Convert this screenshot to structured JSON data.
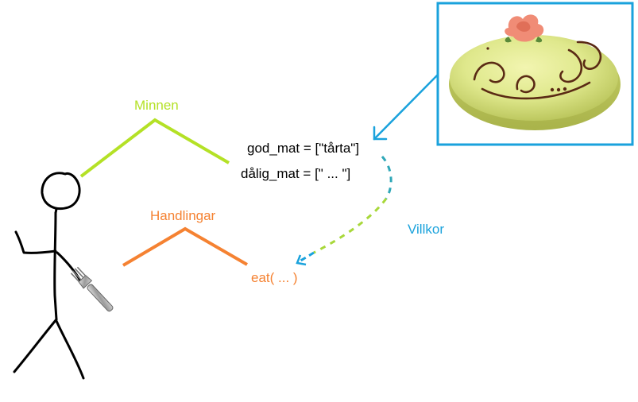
{
  "labels": {
    "memories": "Minnen",
    "actions": "Handlingar",
    "condition": "Villkor"
  },
  "code": {
    "good_food": "god_mat = [\"tårta\"]",
    "bad_food": "dålig_mat = [\" ... \"]",
    "action_call": "eat( ... )"
  },
  "colors": {
    "memories": "#b4e126",
    "actions": "#f58232",
    "condition": "#1aa2dc",
    "stick_figure": "#000000"
  },
  "icons": {
    "figure": "stick-figure",
    "utensil": "fork-icon",
    "photo": "cake-photo"
  }
}
